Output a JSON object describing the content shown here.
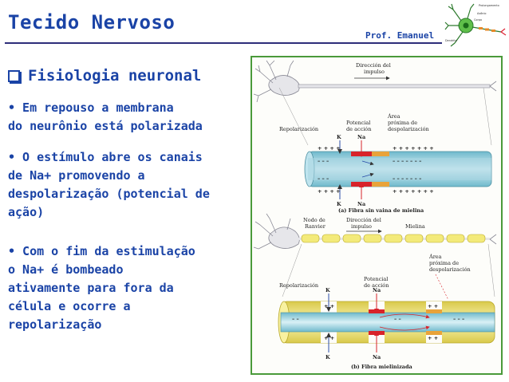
{
  "header": {
    "title": "Tecido Nervoso",
    "author": "Prof. Emanuel",
    "logo_labels": [
      "Prolongamento",
      "Axônio",
      "Corpo",
      "Dendrito"
    ]
  },
  "section": {
    "subtitle": "Fisiologia neuronal",
    "bullets": [
      {
        "line1": "• Em repouso a membrana",
        "line2": "do neurônio está polarizada"
      },
      {
        "line1": "• O estímulo abre os canais",
        "line2": "de Na+ promovendo a",
        "line3": "despolarização (potencial de",
        "line4": "ação)"
      },
      {
        "line1": "• Com o fim da estimulação",
        "line2": "o Na+ é bombeado",
        "line3": "ativamente para fora da",
        "line4": "célula e ocorre a",
        "line5": "repolarização"
      }
    ]
  },
  "figure": {
    "a_direction": [
      "Dirección del",
      "impulso"
    ],
    "a_potential": [
      "Potencial",
      "de acción"
    ],
    "a_area": [
      "Área",
      "próxima de",
      "despolarización"
    ],
    "a_repol": "Repolarización",
    "a_caption": "(a) Fibra sin vaina de mielina",
    "b_nodo": [
      "Nodo de",
      "Ranvier"
    ],
    "b_direction": [
      "Dirección del",
      "impulso"
    ],
    "b_mielina": "Mielina",
    "b_area": [
      "Área",
      "próxima de",
      "despolarización"
    ],
    "b_potential": [
      "Potencial",
      "de acción"
    ],
    "b_repol": "Repolarización",
    "b_caption": "(b) Fibra mielinizada",
    "ion_k": "K",
    "ion_na": "Na"
  },
  "colors": {
    "title": "#1a43a6",
    "figure_border": "#4a9a3a",
    "axon_cyan": "#7ec8d8",
    "myelin_yellow": "#f3ea7a",
    "depolarized_red": "#d8232a",
    "area_orange": "#e8a33a"
  }
}
